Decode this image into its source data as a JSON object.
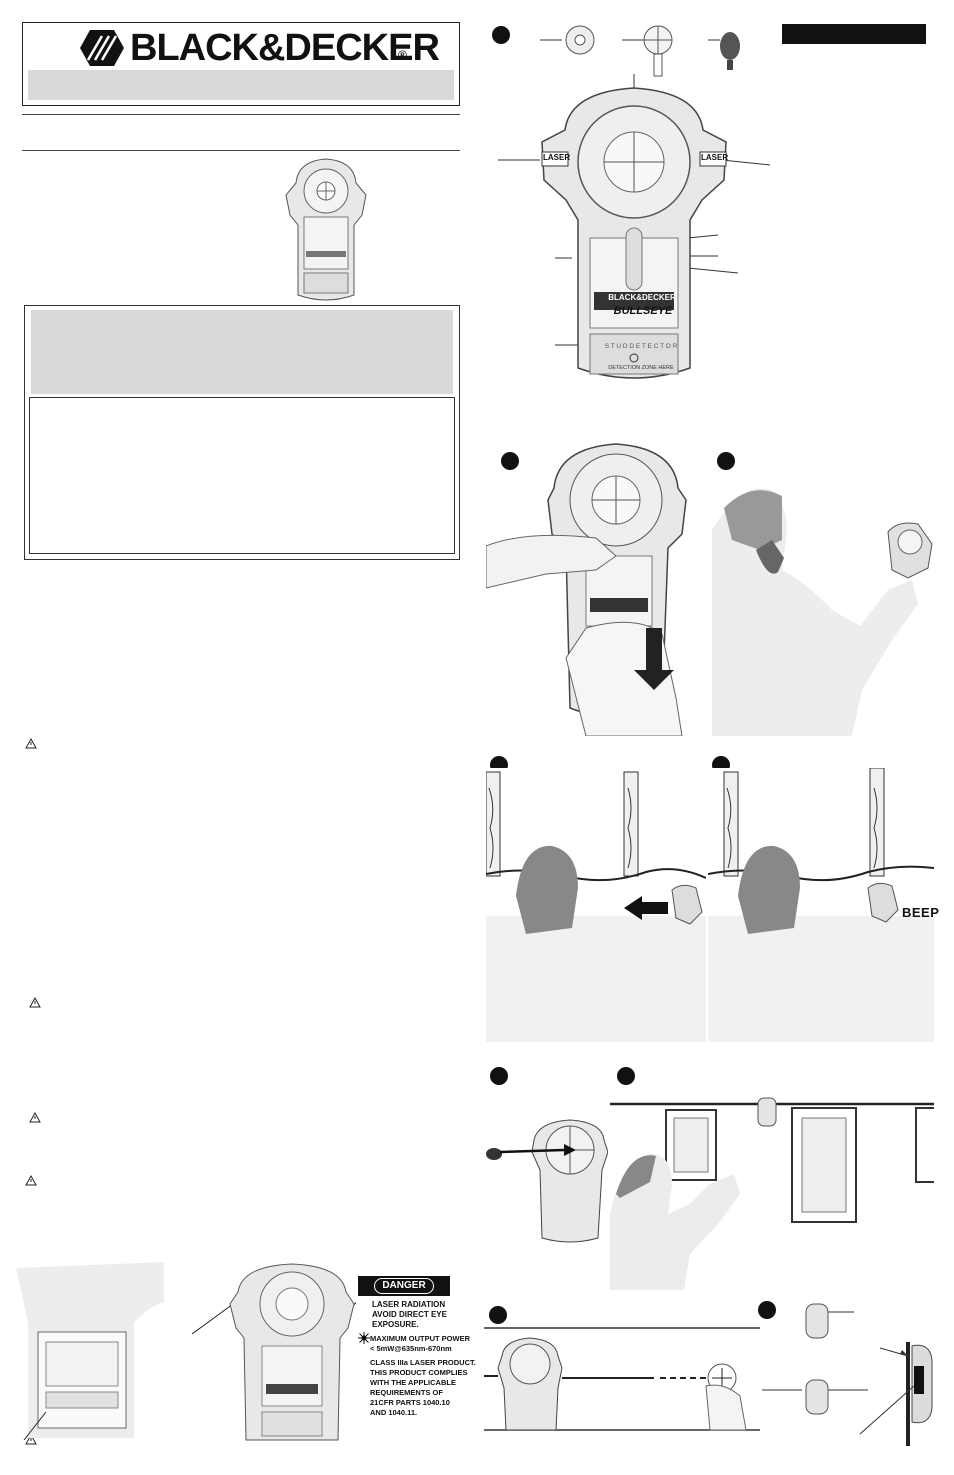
{
  "brand": {
    "name": "BLACK&DECKER",
    "registered_mark": "®"
  },
  "device_labels": {
    "laser_left": "LASER",
    "laser_right": "LASER",
    "device_brand": "BLACK&DECKER",
    "product_name": "BULLSEYE",
    "sensor_window": "S T U D  D E T E C T O R",
    "detection_zone": "DETECTION ZONE HERE"
  },
  "illustrations": {
    "beep_text": "BEEP"
  },
  "danger_label": {
    "title": "DANGER",
    "lines": [
      "LASER RADIATION",
      "AVOID DIRECT EYE",
      "EXPOSURE."
    ],
    "specs": [
      "MAXIMUM OUTPUT POWER",
      "< 5mW@635nm-670nm",
      "CLASS IIIa LASER PRODUCT.",
      "THIS PRODUCT COMPLIES",
      "WITH THE APPLICABLE",
      "REQUIREMENTS OF",
      "21CFR PARTS 1040.10",
      "AND 1040.11."
    ]
  },
  "colors": {
    "grey_band": "#d9d9d9",
    "ink": "#111111",
    "device_fill": "#e8e8e8"
  }
}
